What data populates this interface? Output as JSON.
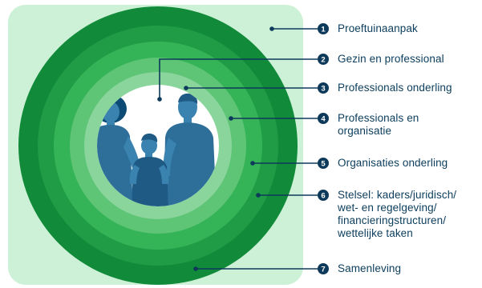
{
  "colors": {
    "panel": "#cdf1d6",
    "rings": [
      "#a4e1b4",
      "#1a9944",
      "#2cb34f",
      "#57c470",
      "#79d08d",
      "#a9e3b7",
      "#d7f3de",
      "#f5fcf7"
    ],
    "navy": "#0d3a5a",
    "figure": "#2e6f9a",
    "figure_dark": "#1f5a85",
    "skin": "#3a82b0"
  },
  "layers": [
    {
      "number": "1",
      "lines": [
        "Proeftuinaanpak"
      ]
    },
    {
      "number": "2",
      "lines": [
        "Gezin en professional"
      ]
    },
    {
      "number": "3",
      "lines": [
        "Professionals onderling"
      ]
    },
    {
      "number": "4",
      "lines": [
        "Professionals en",
        "organisatie"
      ]
    },
    {
      "number": "5",
      "lines": [
        "Organisaties onderling"
      ]
    },
    {
      "number": "6",
      "lines": [
        "Stelsel: kaders/juridisch/",
        "wet- en regelgeving/",
        "financieringstructuren/",
        "wettelijke taken"
      ]
    },
    {
      "number": "7",
      "lines": [
        "Samenleving"
      ]
    }
  ],
  "icons": {
    "family": "family-figures-icon"
  }
}
